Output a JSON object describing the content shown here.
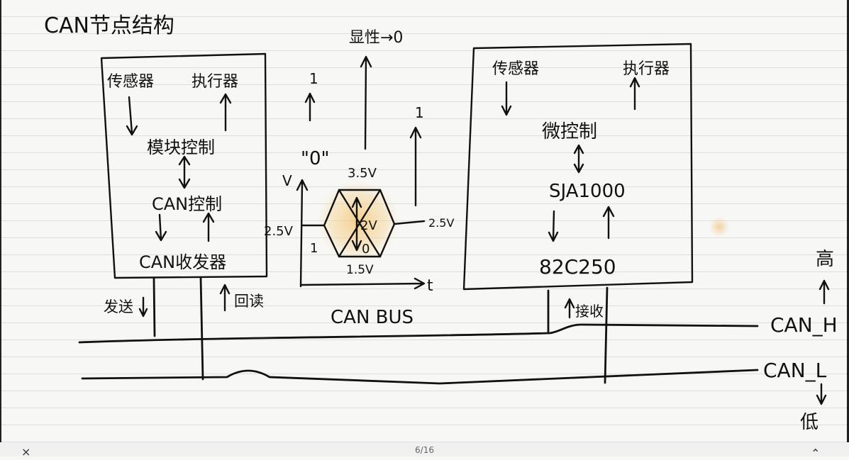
{
  "title": "CAN节点结构",
  "node_left": {
    "sensor": "传感器",
    "actuator": "执行器",
    "module": "模块控制",
    "controller": "CAN控制",
    "transceiver": "CAN收发器",
    "send": "发送",
    "readback": "回读"
  },
  "node_right": {
    "sensor": "传感器",
    "actuator": "执行器",
    "mcu": "微控制",
    "controller_chip": "SJA1000",
    "transceiver_chip": "82C250",
    "receive": "接收"
  },
  "signal": {
    "dominant": "显性→0",
    "logic_one_top": "1",
    "logic_zero": "\"0\"",
    "logic_one_right": "1",
    "v_axis": "V",
    "t_axis": "t",
    "v_high": "3.5V",
    "v_mid_left": "2.5V",
    "v_mid_right": "2.5V",
    "v_low": "1.5V",
    "diff_2v": "2V",
    "diff_0": "0",
    "left_one": "1"
  },
  "bus": {
    "label": "CAN BUS",
    "high_line": "CAN_H",
    "low_line": "CAN_L",
    "high": "高",
    "low": "低"
  },
  "colors": {
    "ink": "#111111",
    "highlight": "#f4c36a",
    "paper": "#f7f7f5",
    "ruling": "#d9dde6"
  },
  "footer": {
    "page": "6/16"
  }
}
